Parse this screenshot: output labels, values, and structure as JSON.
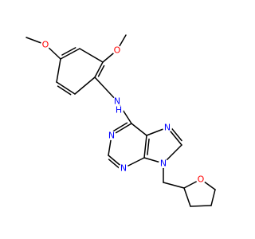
{
  "molecule": {
    "atom_labels": {
      "o_methoxy_2": "O",
      "o_methoxy_4": "O",
      "n_amine": "N",
      "h_amine": "H",
      "n1": "N",
      "n3": "N",
      "n7": "N",
      "n9": "N",
      "o_thf": "O"
    },
    "colors": {
      "bond": "#000000",
      "oxygen": "#ff0000",
      "nitrogen": "#0000ff"
    }
  }
}
